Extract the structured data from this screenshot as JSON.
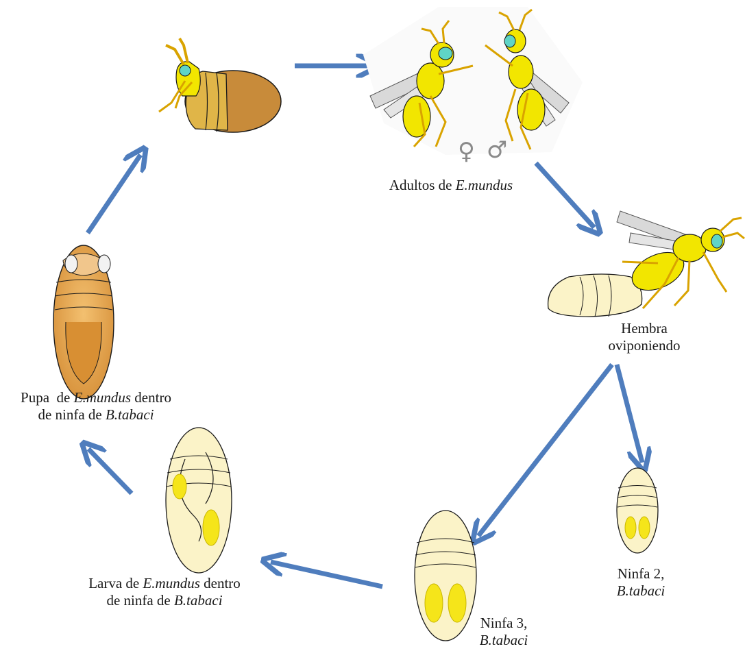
{
  "stages": {
    "adults": {
      "prefix": "Adultos de ",
      "italic": "E.mundus"
    },
    "female": {
      "line1": "Hembra",
      "line2": "oviponiendo"
    },
    "nymph2": {
      "line1": "Ninfa 2,",
      "line2": "B.tabaci"
    },
    "nymph3": {
      "line1": "Ninfa 3,",
      "line2": "B.tabaci"
    },
    "larva": {
      "l1_pre": "Larva de ",
      "l1_it": "E.mundus",
      "l1_post": " dentro",
      "l2_pre": "de ninfa de ",
      "l2_it": "B.tabaci"
    },
    "pupa": {
      "l1_pre": "Pupa  de ",
      "l1_it": "E.mundus",
      "l1_post": " dentro",
      "l2_pre": "de ninfa de ",
      "l2_it": "B.tabaci"
    }
  },
  "sex_symbols": {
    "female": "♀",
    "male": "♂"
  },
  "colors": {
    "arrow": "#4f7dbd",
    "wasp_yellow": "#f2e600",
    "wasp_eye": "#5fd4c6",
    "nymph_cream": "#fbf3c8",
    "nymph_yellow": "#f5e51a",
    "pupa_orange": "#e7a13e",
    "host_brown": "#c88b3a"
  }
}
